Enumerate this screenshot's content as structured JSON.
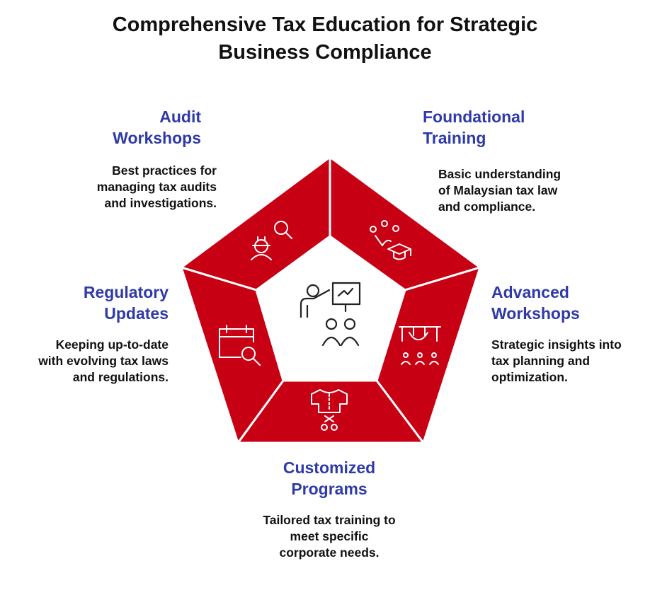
{
  "title": {
    "line1": "Comprehensive Tax Education for Strategic",
    "line2": "Business Compliance"
  },
  "center": {
    "icon": "presentation-teacher-icon"
  },
  "segments": [
    {
      "heading": [
        "Audit",
        "Workshops"
      ],
      "description": [
        "Best practices for",
        "managing tax audits",
        "and investigations."
      ],
      "icon": "inspector-search-icon"
    },
    {
      "heading": [
        "Foundational",
        "Training"
      ],
      "description": [
        "Basic understanding",
        "of Malaysian tax law",
        "and compliance."
      ],
      "icon": "graduation-ideas-icon"
    },
    {
      "heading": [
        "Advanced",
        "Workshops"
      ],
      "description": [
        "Strategic insights into",
        "tax planning and",
        "optimization."
      ],
      "icon": "workshop-group-icon"
    },
    {
      "heading": [
        "Customized",
        "Programs"
      ],
      "description": [
        "Tailored tax training to",
        "meet specific",
        "corporate needs."
      ],
      "icon": "tailoring-shirt-icon"
    },
    {
      "heading": [
        "Regulatory",
        "Updates"
      ],
      "description": [
        "Keeping up-to-date",
        "with evolving tax laws",
        "and regulations."
      ],
      "icon": "calendar-search-icon"
    }
  ],
  "colors": {
    "segment_fill": "#c80014",
    "heading_text": "#2f3aa8",
    "body_text": "#111111",
    "icon_stroke": "#ffffff"
  }
}
